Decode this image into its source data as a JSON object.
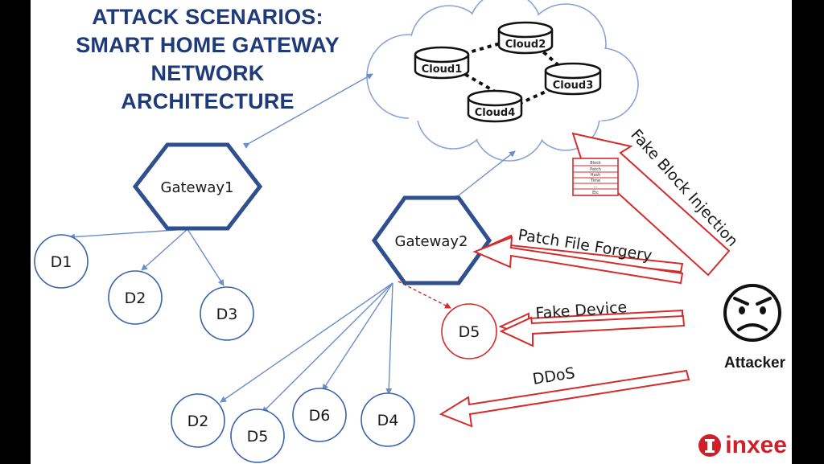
{
  "title_lines": [
    "ATTACK SCENARIOS:",
    "SMART HOME GATEWAY",
    "NETWORK",
    "ARCHITECTURE"
  ],
  "clouds": [
    "Cloud1",
    "Cloud2",
    "Cloud3",
    "Cloud4"
  ],
  "gateways": [
    "Gateway1",
    "Gateway2"
  ],
  "devices_g1": [
    "D1",
    "D2",
    "D3"
  ],
  "devices_g2": [
    "D2",
    "D5",
    "D6",
    "D4"
  ],
  "fake_device_node": "D5",
  "attacks": {
    "fake_block_injection": "Fake Block Injection",
    "patch_file_forgery": "Patch File Forgery",
    "fake_device": "Fake Device",
    "ddos": "DDoS"
  },
  "block_lines": [
    "Block",
    "Patch",
    "Hash",
    "Time",
    "...",
    "Etc"
  ],
  "attacker_label": "Attacker",
  "brand_name": "inxee",
  "colors": {
    "title": "#1e3a78",
    "gateway_stroke": "#2f4f8f",
    "device_stroke": "#3b63a8",
    "link": "#6b8fc9",
    "attack": "#d42b2b",
    "brand": "#d11f2a"
  },
  "icons": [
    "attacker-face-icon",
    "inxee-logo-icon"
  ]
}
